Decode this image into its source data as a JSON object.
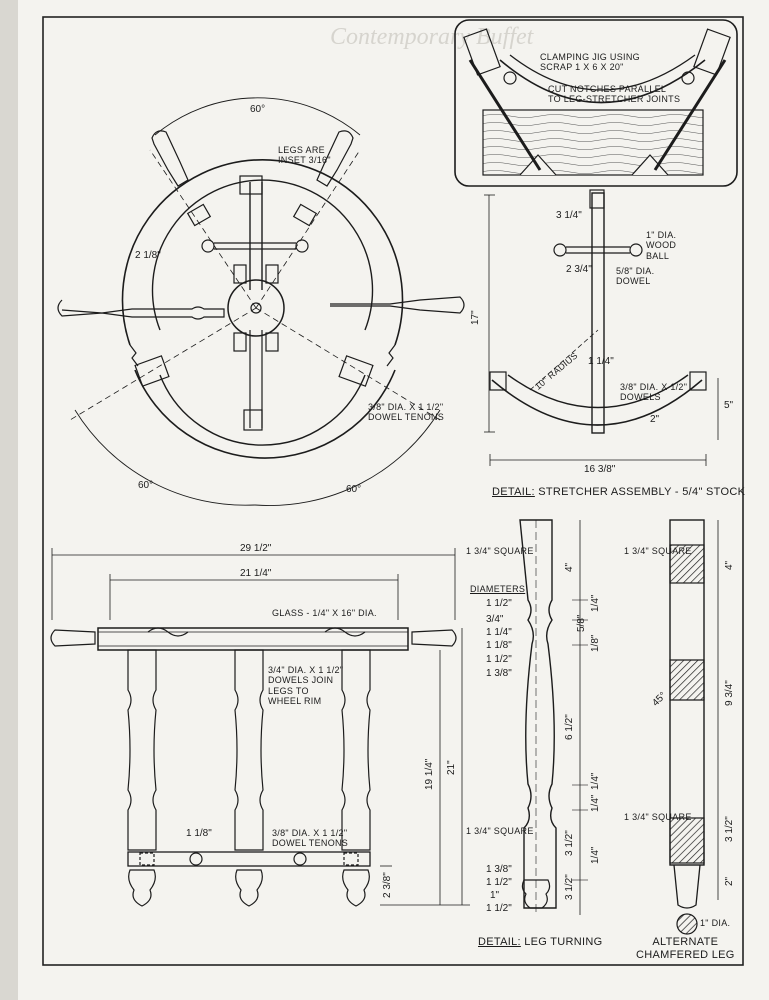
{
  "header": {
    "title_fragment": "Contemporary Buffet"
  },
  "wheel_top": {
    "angle_top": "60°",
    "angle_bl": "60°",
    "angle_br": "60°",
    "legs_inset": "LEGS ARE\nINSET 3/16\"",
    "rim_width": "2 1/8\"",
    "dowel_tenons": "3/8\" DIA. x 1 1/2\"\nDOWEL TENONS"
  },
  "clamping_jig": {
    "note": "CLAMPING JIG USING\nSCRAP 1 x 6 x 20\"",
    "note2": "CUT NOTCHES PARALLEL\nTO LEG-STRETCHER JOINTS"
  },
  "stretcher": {
    "height": "17\"",
    "top_offset": "3 1/4\"",
    "dowel_spacing": "2 3/4\"",
    "ball": "1\" DIA.\nWOOD\nBALL",
    "dowel": "5/8\" DIA.\nDOWEL",
    "center": "1 1/4\"",
    "radius": "10\" RADIUS",
    "dowels": "3/8\" DIA. x 1/2\"\nDOWELS",
    "end_width": "2\"",
    "depth": "5\"",
    "width": "16 3/8\"",
    "caption_key": "DETAIL:",
    "caption": "STRETCHER ASSEMBLY - 5/4\" STOCK"
  },
  "elevation": {
    "overall_width": "29 1/2\"",
    "leg_span": "21 1/4\"",
    "glass": "GLASS - 1/4\" x 16\" DIA.",
    "dowels_join": "3/4\" DIA. x 1 1/2\"\nDOWELS JOIN\nLEGS TO\nWHEEL RIM",
    "stretcher_thk": "1 1/8\"",
    "dowel_tenons": "3/8\" DIA. x 1 1/2\"\nDOWEL TENONS",
    "leg_height": "19 1/4\"",
    "total_height": "21\"",
    "foot": "2 3/8\""
  },
  "leg_turning": {
    "square_top": "1 3/4\" SQUARE",
    "diameters_label": "DIAMETERS",
    "diameters": [
      "1 1/2\"",
      "3/4\"",
      "1 1/4\"",
      "1 1/8\"",
      "1 1/2\"",
      "1 3/8\""
    ],
    "square_mid": "1 3/4\" SQUARE",
    "bottom_diameters": [
      "1 3/8\"",
      "1 1/2\"",
      "1\"",
      "1 1/2\""
    ],
    "seg_top": "4\"",
    "seg_a": "1/4\"",
    "seg_b": "5/8\"",
    "seg_c": "1/8\"",
    "seg_mid": "6 1/2\"",
    "seg_d": "1/4\"",
    "seg_e": "1/4\"",
    "seg_f": "3 1/2\"",
    "seg_g": "1/4\"",
    "seg_bottom": "3 1/2\"",
    "caption_key": "DETAIL:",
    "caption": "LEG TURNING"
  },
  "chamfered_leg": {
    "square_top": "1 3/4\" SQUARE",
    "square_bottom": "1 3/4\" SQUARE",
    "chamfer": "45°",
    "top": "4\"",
    "mid": "9 3/4\"",
    "low": "3 1/2\"",
    "foot": "2\"",
    "foot_dia": "1\" DIA.",
    "caption": "ALTERNATE\nCHAMFERED LEG"
  }
}
